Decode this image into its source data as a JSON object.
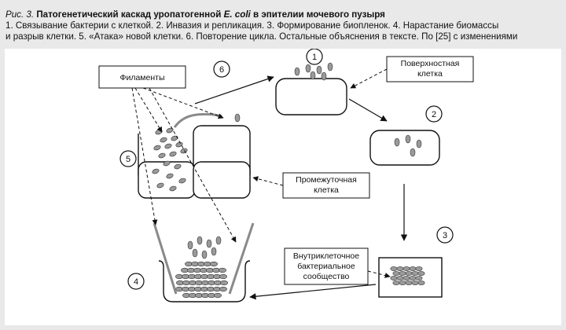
{
  "caption": {
    "label": "Рис. 3.",
    "title_main": "Патогенетический каскад уропатогенной",
    "title_species": "E. coli",
    "title_end": "в эпителии мочевого пузыря",
    "line1": "1. Связывание бактерии с клеткой. 2. Инвазия и репликация. 3. Формирование биопленок. 4. Нарастание биомассы",
    "line2": "и разрыв клетки. 5. «Атака» новой клетки. 6. Повторение цикла. Остальные объяснения в тексте. По [25] с изменениями"
  },
  "labels": {
    "filaments": "Филаменты",
    "surface_cell_1": "Поверхностная",
    "surface_cell_2": "клетка",
    "intermediate_cell_1": "Промежуточная",
    "intermediate_cell_2": "клетка",
    "ibc_1": "Внутриклеточное",
    "ibc_2": "бактериальное",
    "ibc_3": "сообщество"
  },
  "steps": {
    "s1": "1",
    "s2": "2",
    "s3": "3",
    "s4": "4",
    "s5": "5",
    "s6": "6"
  }
}
